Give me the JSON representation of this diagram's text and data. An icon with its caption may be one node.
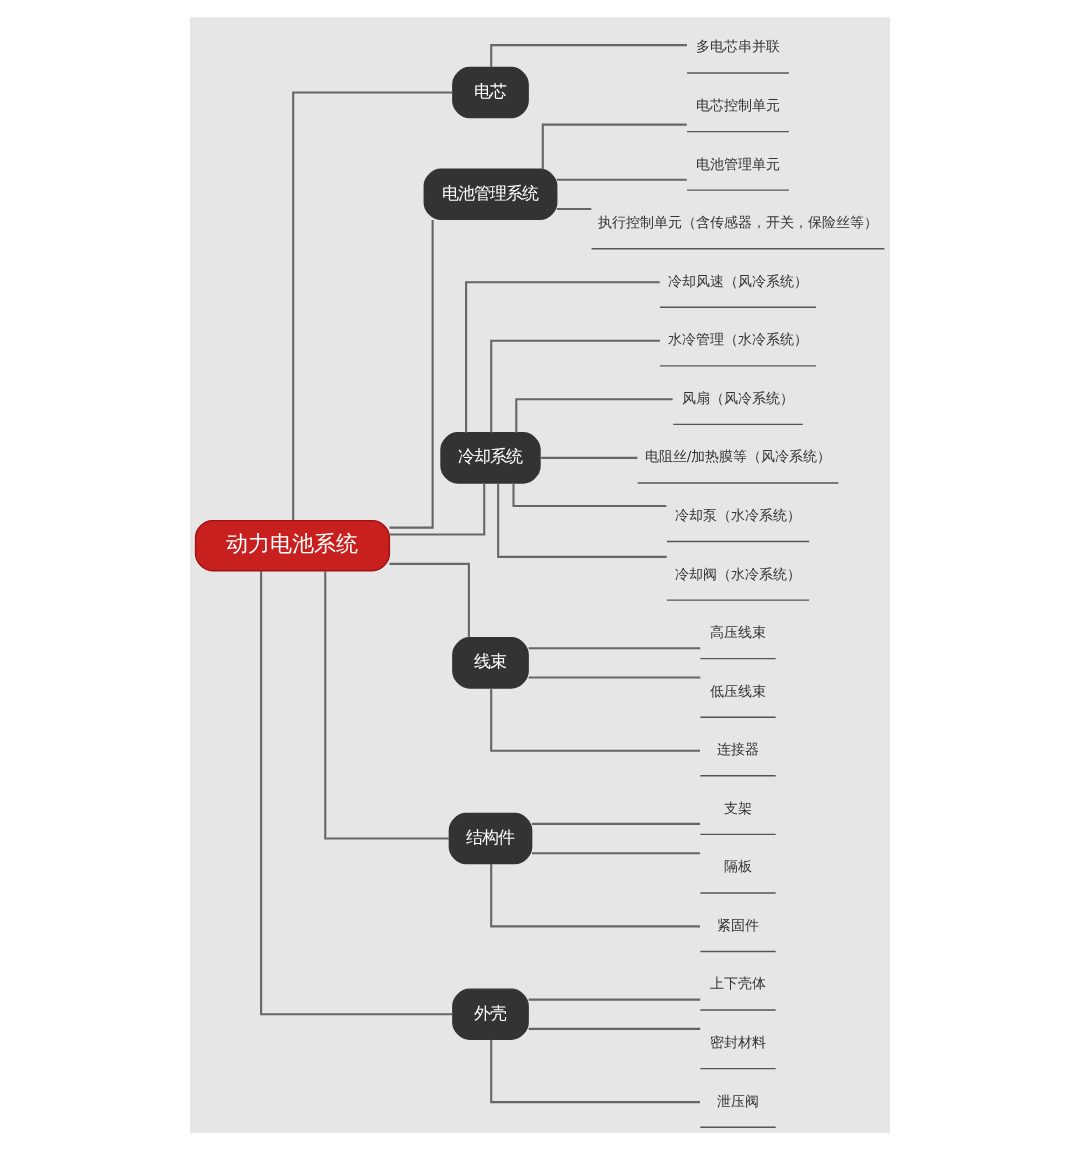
{
  "diagram": {
    "nodes": [
      {
        "text": [
          "动力电池系统"
        ]
      },
      {
        "text": [
          "电芯"
        ]
      },
      {
        "text": [
          "多电芯串并联"
        ]
      },
      {
        "text": [
          "电池管理系统"
        ]
      },
      {
        "text": [
          "电芯控制单元"
        ]
      },
      {
        "text": [
          "电池管理单元"
        ]
      },
      {
        "text": [
          "执行控制单元（含传感器，开关，保险丝等）"
        ]
      },
      {
        "text": [
          "冷却系统"
        ]
      },
      {
        "text": [
          "冷却风速（风冷系统）"
        ]
      },
      {
        "text": [
          "水冷管理（水冷系统）"
        ]
      },
      {
        "text": [
          "风扇（风冷系统）"
        ]
      },
      {
        "text": [
          "电阻丝/加热膜等（风冷系统）"
        ]
      },
      {
        "text": [
          "冷却泵（水冷系统）"
        ]
      },
      {
        "text": [
          "冷却阀（水冷系统）"
        ]
      },
      {
        "text": [
          "线束"
        ]
      },
      {
        "text": [
          "高压线束"
        ]
      },
      {
        "text": [
          "低压线束"
        ]
      },
      {
        "text": [
          "连接器"
        ]
      },
      {
        "text": [
          "结构件"
        ]
      },
      {
        "text": [
          "支架"
        ]
      },
      {
        "text": [
          "隔板"
        ]
      },
      {
        "text": [
          "紧固件"
        ]
      },
      {
        "text": [
          "外壳"
        ]
      },
      {
        "text": [
          "上下壳体"
        ]
      },
      {
        "text": [
          "密封材料"
        ]
      },
      {
        "text": [
          "泄压阀"
        ]
      }
    ],
    "edges": [
      {
        "from": 0,
        "to": 1,
        "arrow": "none"
      },
      {
        "from": 1,
        "to": 2,
        "arrow": "none"
      },
      {
        "from": 0,
        "to": 3,
        "arrow": "none"
      },
      {
        "from": 3,
        "to": 4,
        "arrow": "none"
      },
      {
        "from": 3,
        "to": 5,
        "arrow": "none"
      },
      {
        "from": 3,
        "to": 6,
        "arrow": "none"
      },
      {
        "from": 0,
        "to": 7,
        "arrow": "none"
      },
      {
        "from": 7,
        "to": 8,
        "arrow": "none"
      },
      {
        "from": 7,
        "to": 9,
        "arrow": "none"
      },
      {
        "from": 7,
        "to": 10,
        "arrow": "none"
      },
      {
        "from": 7,
        "to": 11,
        "arrow": "none"
      },
      {
        "from": 7,
        "to": 12,
        "arrow": "none"
      },
      {
        "from": 7,
        "to": 13,
        "arrow": "none"
      },
      {
        "from": 0,
        "to": 14,
        "arrow": "none"
      },
      {
        "from": 14,
        "to": 15,
        "arrow": "none"
      },
      {
        "from": 14,
        "to": 16,
        "arrow": "none"
      },
      {
        "from": 14,
        "to": 17,
        "arrow": "none"
      },
      {
        "from": 0,
        "to": 18,
        "arrow": "none"
      },
      {
        "from": 18,
        "to": 19,
        "arrow": "none"
      },
      {
        "from": 18,
        "to": 20,
        "arrow": "none"
      },
      {
        "from": 18,
        "to": 21,
        "arrow": "none"
      },
      {
        "from": 0,
        "to": 22,
        "arrow": "none"
      },
      {
        "from": 22,
        "to": 23,
        "arrow": "none"
      },
      {
        "from": 22,
        "to": 24,
        "arrow": "none"
      },
      {
        "from": 22,
        "to": 25,
        "arrow": "none"
      }
    ]
  }
}
